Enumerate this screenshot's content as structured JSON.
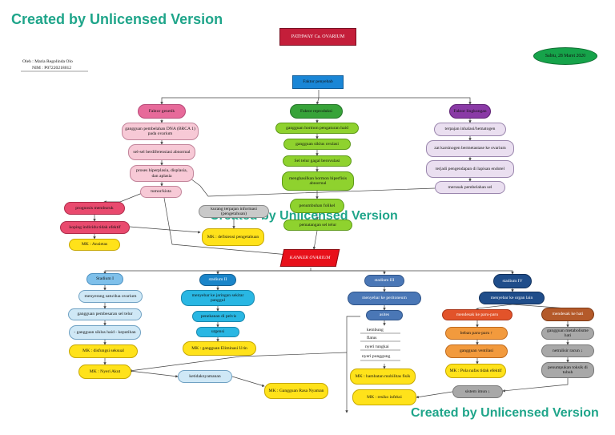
{
  "watermark": "Created by Unlicensed Version",
  "title": "PATHWAY Ca. OVARIUM",
  "author_line1": "Oleh : Maria Regolinda Olo",
  "author_line2": "NIM : P07220218012",
  "date": "Sabtu, 28 Maret 2020",
  "root": "Faktor penyebab",
  "faktor_genetik": "Faktor genetik",
  "faktor_reproduksi": "Faktor reproduksi",
  "faktor_lingkungan": "Faktor lingkungan",
  "genetik_items": [
    "gangguan pembelahan DNA (BRCA 1) pada ovarium",
    "sel-sel berdiferensiasi abnormal",
    "proses hiperplasia, displasia, dan aplasia",
    "tumor/kista"
  ],
  "reproduksi_items": [
    "gangguan hormon pengaturan haid",
    "gangguan siklus ovulasi",
    "Sel telur gagal berovulasi",
    "menghasilkan hormon hiperfisis abnormal",
    "penumbuhan folikel",
    "pematangan sel telur"
  ],
  "lingkungan_items": [
    "terpajan inhalasi/hematogen",
    "zat karsinogen bermetastase ke ovarium",
    "terjadi pengendapan di lapisan endotel",
    "merusak pembelahan sel"
  ],
  "left_chain": [
    "prognosis memburuk",
    "koping individu tidak efektif",
    "MK : Ansietas"
  ],
  "info_node": "kurang terpajan informasi (pengetahuan)",
  "mk_defisiensi": "MK : defisiensi pengetahuan",
  "kanker": "KANKER OVARIUM",
  "stadium1": "Stadium I",
  "stadium1_items": [
    "menyerang satu/dua ovarium",
    "gangguan pembesaran sel telur",
    "- gangguan siklus haid - keputihan",
    "MK : disfungsi seksual"
  ],
  "stadium2": "stadium II",
  "stadium2_items": [
    "menyebar ke jaringan sekitar panggul",
    "penekanan di pelvis",
    "urgensi",
    "MK : gangguan Eliminasi Urin"
  ],
  "stadium3": "stadium III",
  "stadium3_items": [
    "menyebar ke peritoneum",
    "asites"
  ],
  "stadium3_list": [
    "kembung",
    "flatus",
    "nyeri tungkai",
    "nyeri punggung"
  ],
  "stadium3_mk": [
    "MK : hambatan mobilitas fisik",
    "MK : resiko infeksi"
  ],
  "stadium4": "stadium IV",
  "stadium4_spread": "menyebar ke organ lain",
  "paru": [
    "mendesak ke paru-paru",
    "beban paru-paru ↑",
    "gangguan ventilasi",
    "MK : Pola nafas tidak efektif"
  ],
  "hati": [
    "mendesak ke hati",
    "gangguan metabolisme hati",
    "netralisir racun ↓",
    "penumpukan toksik di tubuh"
  ],
  "sistem_imun": "sistem imun ↓",
  "mk_nyeri": "MK : Nyeri Akut",
  "ketidaknyamanan": "ketidaknyamanan",
  "mk_rasa": "MK : Gangguan Rasa Nyaman"
}
